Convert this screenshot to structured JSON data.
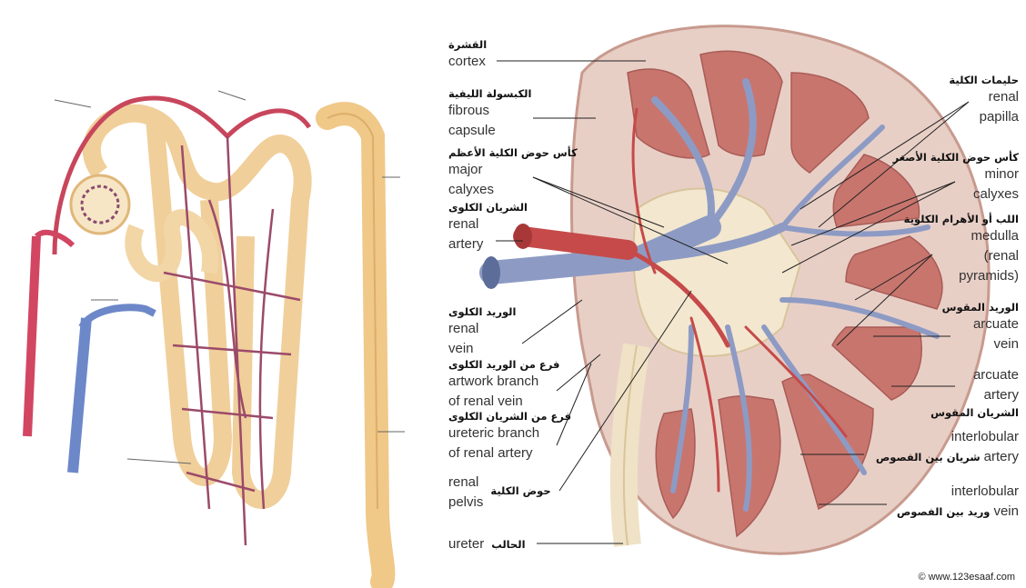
{
  "labels": {
    "cortex": {
      "ar": "القشرة",
      "en": [
        "cortex"
      ]
    },
    "fibrous_capsule": {
      "ar": "الكبسولة الليفية",
      "en": [
        "fibrous",
        "capsule"
      ]
    },
    "major_calyxes": {
      "ar": "كأس حوض الكلية الأعظم",
      "en": [
        "major",
        "calyxes"
      ]
    },
    "renal_artery": {
      "ar": "الشريان الكلوى",
      "en": [
        "renal",
        "artery"
      ]
    },
    "renal_vein": {
      "ar": "الوريد الكلوى",
      "en": [
        "renal",
        "vein"
      ]
    },
    "artwork_branch": {
      "ar": "فرع من الوريد الكلوى",
      "en": [
        "artwork branch",
        "of renal vein"
      ]
    },
    "ureteric_branch": {
      "ar": "فرع من الشريان الكلوى",
      "en": [
        "ureteric branch",
        "of renal artery"
      ]
    },
    "renal_pelvis": {
      "ar": "حوض الكلية",
      "en": [
        "renal",
        "pelvis"
      ]
    },
    "ureter": {
      "ar": "الحالب",
      "en": [
        "ureter"
      ]
    },
    "renal_papilla": {
      "ar": "حليمات الكلية",
      "en": [
        "renal",
        "papilla"
      ]
    },
    "minor_calyxes": {
      "ar": "كأس حوض الكلية الأصغر",
      "en": [
        "minor",
        "calyxes"
      ]
    },
    "medulla": {
      "ar": "اللب أو الأهرام الكلوية",
      "en": [
        "medulla",
        "(renal",
        "pyramids)"
      ]
    },
    "arcuate_vein": {
      "ar": "الوريد المقوس",
      "en": [
        "arcuate",
        "vein"
      ]
    },
    "arcuate_artery": {
      "ar": "الشريان المقوس",
      "en": [
        "arcuate",
        "artery"
      ]
    },
    "interlobular_artery": {
      "ar": "شريان بين الفصوص",
      "en": [
        "interlobular",
        "artery"
      ]
    },
    "interlobular_vein": {
      "ar": "وريد بين الفصوص",
      "en": [
        "interlobular",
        "vein"
      ]
    }
  },
  "copyright": "© www.123esaaf.com",
  "colors": {
    "cortex": "#e8cfc6",
    "pyramid": "#c8756e",
    "vein": "#8d9bc4",
    "artery": "#c54a49",
    "pelvis": "#f3e7cf",
    "nephron_tubule": "#f2d098",
    "nephron_red": "#c8465c",
    "nephron_blue": "#6d88c9"
  }
}
